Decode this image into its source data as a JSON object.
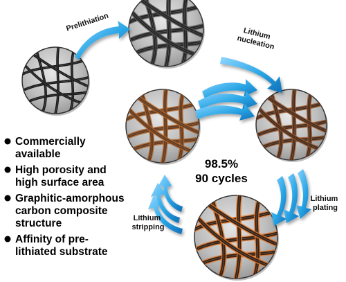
{
  "labels": {
    "prelithiation": "Prelithiation",
    "lithium_nucleation": [
      "Lithium",
      "nucleation"
    ],
    "lithium_plating": [
      "Lithium",
      "plating"
    ],
    "lithium_stripping": [
      "Lithium",
      "stripping"
    ]
  },
  "center": {
    "efficiency": "98.5%",
    "cycles": "90 cycles"
  },
  "bullets": [
    [
      "Commercially",
      "available"
    ],
    [
      "High porosity and",
      "high surface area"
    ],
    [
      "Graphitic-amorphous",
      "carbon composite",
      "structure"
    ],
    [
      "Affinity of pre-",
      "lithiated substrate"
    ]
  ],
  "colors": {
    "arrow": "#2aa6e6",
    "arrow_dark": "#0f6fb8",
    "fiber_pristine": "#1a1a1a",
    "fiber_prelithiated": "#222222",
    "fiber_nucleated": "#4a2a18",
    "fiber_stripped": "#6a3a1a",
    "fiber_plated": "#e07a30",
    "disk_fill": "#bdbdbd"
  }
}
